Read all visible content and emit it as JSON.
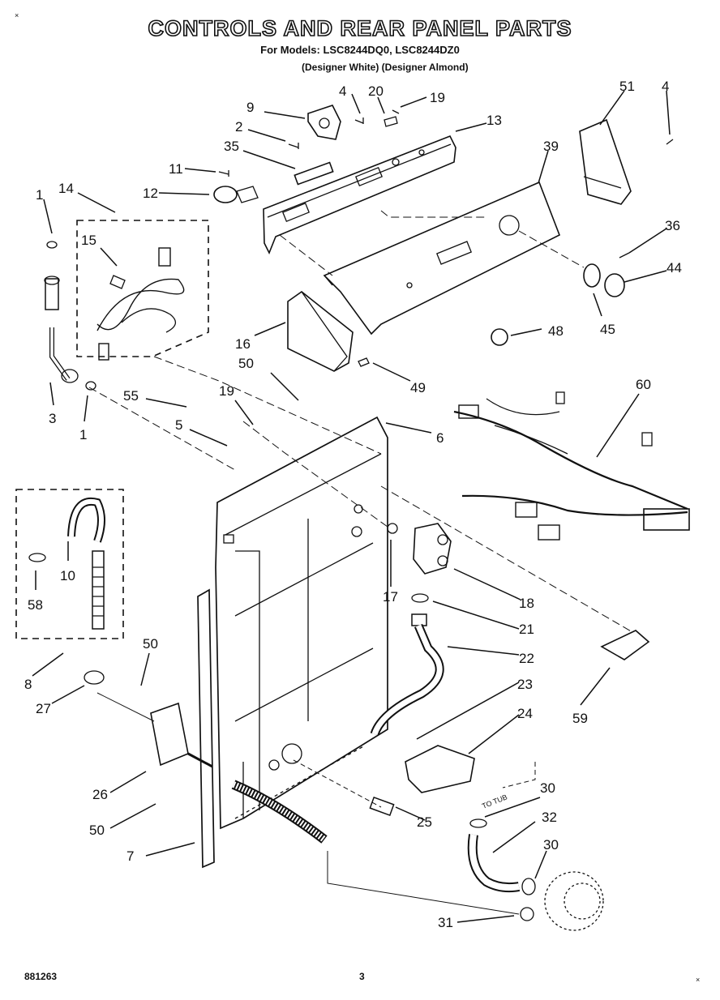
{
  "header": {
    "title": "CONTROLS AND REAR PANEL PARTS",
    "models": "For Models: LSC8244DQ0, LSC8244DZ0",
    "variants": "(Designer White)  (Designer Almond)"
  },
  "footer": {
    "doc_number": "881263",
    "page_number": "3"
  },
  "annotation": {
    "to_tub": "TO TUB"
  },
  "corner_marks": [
    "×",
    "×"
  ],
  "callouts": [
    {
      "id": "c9",
      "text": "9"
    },
    {
      "id": "c4a",
      "text": "4"
    },
    {
      "id": "c20",
      "text": "20"
    },
    {
      "id": "c19a",
      "text": "19"
    },
    {
      "id": "c13",
      "text": "13"
    },
    {
      "id": "c2",
      "text": "2"
    },
    {
      "id": "c35",
      "text": "35"
    },
    {
      "id": "c51",
      "text": "51"
    },
    {
      "id": "c4b",
      "text": "4"
    },
    {
      "id": "c39",
      "text": "39"
    },
    {
      "id": "c11",
      "text": "11"
    },
    {
      "id": "c12",
      "text": "12"
    },
    {
      "id": "c1a",
      "text": "1"
    },
    {
      "id": "c14",
      "text": "14"
    },
    {
      "id": "c15",
      "text": "15"
    },
    {
      "id": "c36",
      "text": "36"
    },
    {
      "id": "c44",
      "text": "44"
    },
    {
      "id": "c45",
      "text": "45"
    },
    {
      "id": "c48",
      "text": "48"
    },
    {
      "id": "c16",
      "text": "16"
    },
    {
      "id": "c50a",
      "text": "50"
    },
    {
      "id": "c49",
      "text": "49"
    },
    {
      "id": "c3",
      "text": "3"
    },
    {
      "id": "c1b",
      "text": "1"
    },
    {
      "id": "c55",
      "text": "55"
    },
    {
      "id": "c19b",
      "text": "19"
    },
    {
      "id": "c5",
      "text": "5"
    },
    {
      "id": "c6",
      "text": "6"
    },
    {
      "id": "c60",
      "text": "60"
    },
    {
      "id": "c10",
      "text": "10"
    },
    {
      "id": "c58",
      "text": "58"
    },
    {
      "id": "c17",
      "text": "17"
    },
    {
      "id": "c18",
      "text": "18"
    },
    {
      "id": "c21",
      "text": "21"
    },
    {
      "id": "c22",
      "text": "22"
    },
    {
      "id": "c8",
      "text": "8"
    },
    {
      "id": "c50b",
      "text": "50"
    },
    {
      "id": "c27",
      "text": "27"
    },
    {
      "id": "c23",
      "text": "23"
    },
    {
      "id": "c24",
      "text": "24"
    },
    {
      "id": "c59",
      "text": "59"
    },
    {
      "id": "c26",
      "text": "26"
    },
    {
      "id": "c30a",
      "text": "30"
    },
    {
      "id": "c32",
      "text": "32"
    },
    {
      "id": "c25",
      "text": "25"
    },
    {
      "id": "c50c",
      "text": "50"
    },
    {
      "id": "c7",
      "text": "7"
    },
    {
      "id": "c30b",
      "text": "30"
    },
    {
      "id": "c31",
      "text": "31"
    }
  ]
}
